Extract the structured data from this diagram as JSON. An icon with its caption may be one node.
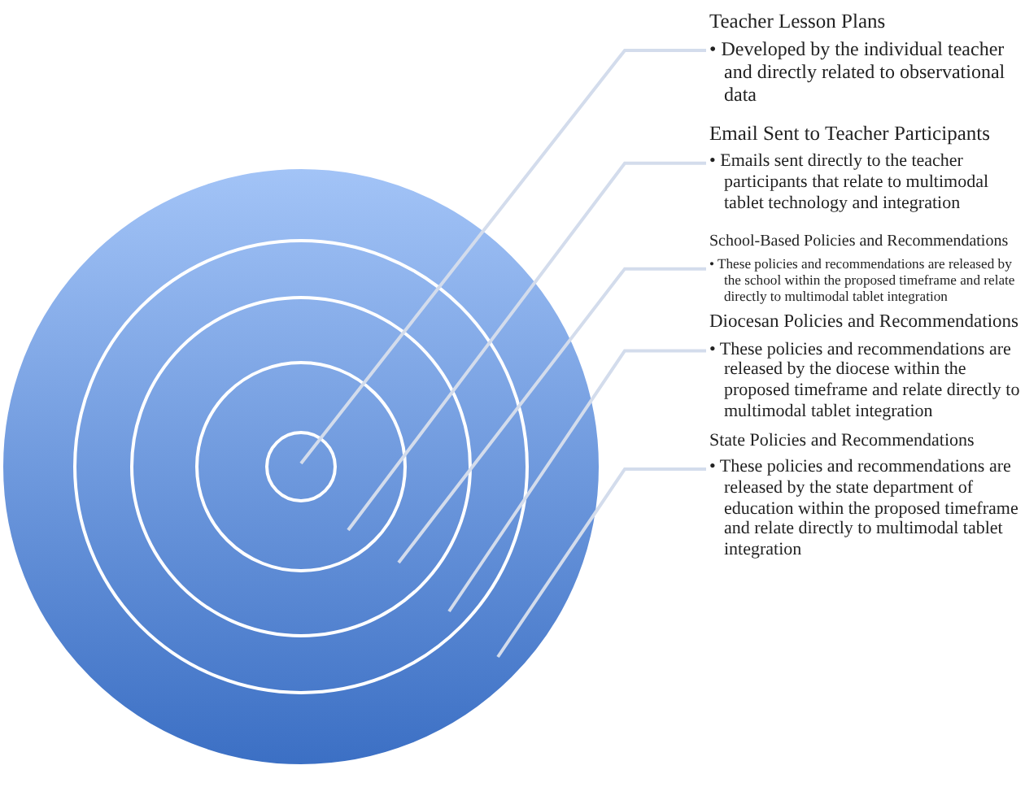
{
  "diagram": {
    "nodes": [
      {
        "text": [],
        "shape": "circle"
      },
      {
        "text": [],
        "shape": "circle",
        "in": 0
      },
      {
        "text": [],
        "shape": "circle",
        "in": 1
      },
      {
        "text": [],
        "shape": "circle",
        "in": 2
      },
      {
        "text": [],
        "shape": "circle",
        "in": 3
      },
      {
        "text": [
          "Teacher Lesson Plans",
          "• Developed by the individual teacher and directly related to observational data"
        ]
      },
      {
        "text": [
          "Email Sent to Teacher Participants",
          "• Emails sent directly to the teacher participants that relate to multimodal tablet technology and integration"
        ]
      },
      {
        "text": [
          "School-Based Policies and Recommendations",
          "• These policies and recommendations are released by the school within the proposed timeframe and relate directly to multimodal tablet integration"
        ]
      },
      {
        "text": [
          "Diocesan Policies and Recommendations",
          "• These policies and recommendations are released by the diocese within the proposed timeframe and relate directly to multimodal tablet integration"
        ]
      },
      {
        "text": [
          "State Policies and Recommendations",
          "• These policies and recommendations are released by the state department of education within the proposed timeframe and relate directly to multimodal tablet integration"
        ]
      }
    ],
    "edges": [
      {
        "from": 5,
        "to": 4,
        "arrow": "none"
      },
      {
        "from": 6,
        "to": 3,
        "arrow": "none"
      },
      {
        "from": 7,
        "to": 2,
        "arrow": "none"
      },
      {
        "from": 8,
        "to": 1,
        "arrow": "none"
      },
      {
        "from": 9,
        "to": 0,
        "arrow": "none"
      }
    ]
  }
}
